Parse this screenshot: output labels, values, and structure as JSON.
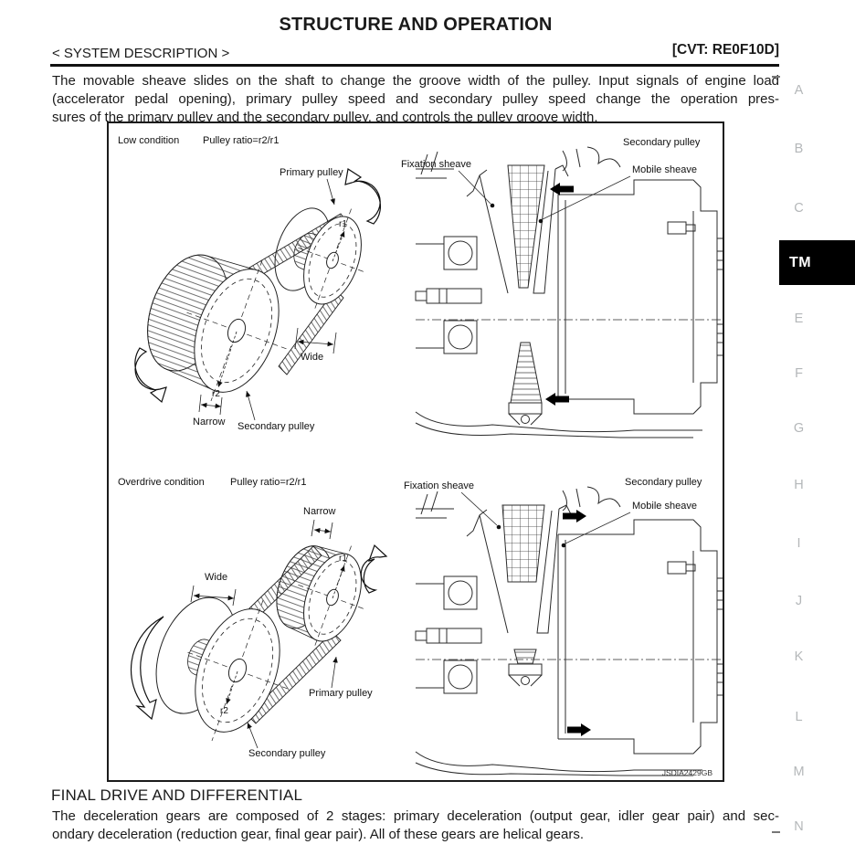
{
  "header": {
    "title": "STRUCTURE AND OPERATION",
    "section": "< SYSTEM DESCRIPTION >",
    "model_code": "[CVT: RE0F10D]"
  },
  "intro": {
    "lines": [
      "The movable sheave slides on the shaft to change the groove width of the pulley. Input signals of engine load",
      "(accelerator pedal opening), primary pulley speed and secondary pulley speed change the operation pres-",
      "sures of the primary pulley and the secondary pulley, and controls the pulley groove width."
    ]
  },
  "figure": {
    "code": "JSDIA2429GB",
    "low": {
      "condition": "Low condition",
      "ratio": "Pulley ratio=r2/r1",
      "primary": "Primary pulley",
      "secondary": "Secondary pulley",
      "wide": "Wide",
      "narrow": "Narrow",
      "r1": "r1",
      "r2": "r2"
    },
    "overdrive": {
      "condition": "Overdrive condition",
      "ratio": "Pulley ratio=r2/r1",
      "primary": "Primary pulley",
      "secondary": "Secondary pulley",
      "wide": "Wide",
      "narrow": "Narrow",
      "r1": "r1",
      "r2": "r2"
    },
    "xsec_top": {
      "fixation": "Fixation sheave",
      "secondary": "Secondary pulley",
      "mobile": "Mobile sheave"
    },
    "xsec_bottom": {
      "fixation": "Fixation sheave",
      "secondary": "Secondary pulley",
      "mobile": "Mobile sheave"
    }
  },
  "final_drive": {
    "heading": "FINAL DRIVE AND DIFFERENTIAL",
    "lines": [
      "The deceleration gears are composed of 2 stages: primary deceleration (output gear, idler gear pair) and sec-",
      "ondary deceleration (reduction gear, final gear pair). All of these gears are helical gears."
    ]
  },
  "margin": {
    "letters": [
      {
        "label": "A"
      },
      {
        "label": "B"
      },
      {
        "label": "C"
      },
      {
        "label": "TM"
      },
      {
        "label": "E"
      },
      {
        "label": "F"
      },
      {
        "label": "G"
      },
      {
        "label": "H"
      },
      {
        "label": "I"
      },
      {
        "label": "J"
      },
      {
        "label": "K"
      },
      {
        "label": "L"
      },
      {
        "label": "M"
      },
      {
        "label": "N"
      }
    ],
    "active": "TM"
  },
  "colors": {
    "ink": "#1a1a1a",
    "margin_letter": "#b4b7b9",
    "tab_bg": "#000000",
    "tab_text": "#ffffff"
  }
}
